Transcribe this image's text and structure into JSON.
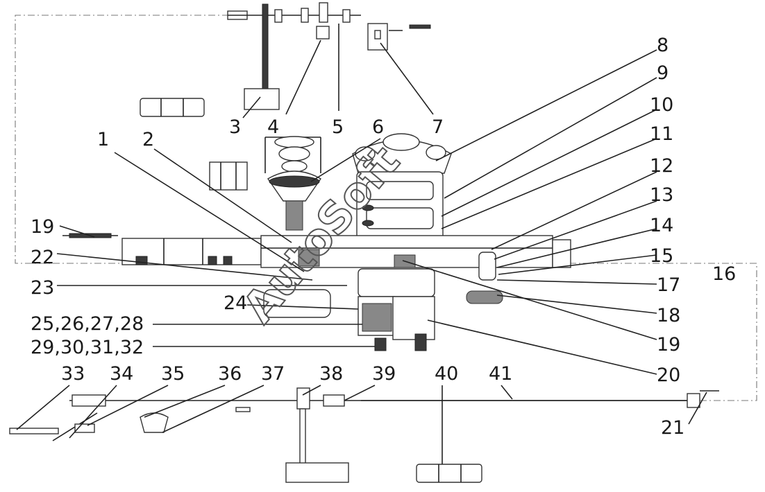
{
  "labels": {
    "l1": "1",
    "l2": "2",
    "l3": "3",
    "l4": "4",
    "l5": "5",
    "l6": "6",
    "l7": "7",
    "l8": "8",
    "l9": "9",
    "l10": "10",
    "l11": "11",
    "l12": "12",
    "l13": "13",
    "l14": "14",
    "l15": "15",
    "l16": "16",
    "l17": "17",
    "l18": "18",
    "l19a": "19",
    "l19b": "19",
    "l20": "20",
    "l21": "21",
    "l22": "22",
    "l23": "23",
    "l24": "24",
    "l25": "25,26,27,28",
    "l29": "29,30,31,32",
    "l33": "33",
    "l34": "34",
    "l35": "35",
    "l36": "36",
    "l37": "37",
    "l38": "38",
    "l39": "39",
    "l40": "40",
    "l41": "41"
  },
  "watermark": "AutoSoft"
}
